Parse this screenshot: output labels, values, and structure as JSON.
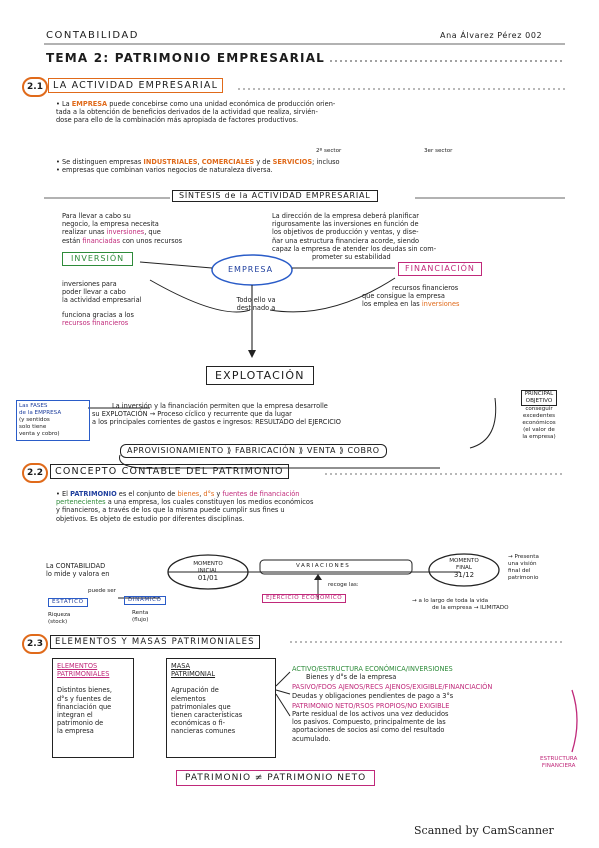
{
  "header": {
    "left": "CONTABILIDAD",
    "right": "Ana Álvarez Pérez 002"
  },
  "title": "TEMA 2: PATRIMONIO EMPRESARIAL",
  "s1": {
    "num": "2.1",
    "heading": "LA ACTIVIDAD EMPRESARIAL",
    "p1_a": "• La ",
    "p1_b": "EMPRESA",
    "p1_c": " puede concebirse como una unidad económica de producción orien-",
    "p1_d": "tada a la obtención de beneficios derivados de la actividad que realiza, sirvién-",
    "p1_e": "dose para ello de la combinación más apropiada de factores productivos.",
    "ann1": "2º sector",
    "ann2": "3er sector",
    "p2_a": "• Se distinguen empresas ",
    "p2_b": "INDUSTRIALES",
    "p2_c": ", ",
    "p2_d": "COMERCIALES",
    "p2_e": " y de ",
    "p2_f": "SERVICIOS",
    "p2_g": "; incluso",
    "p2_h": "• empresas que combinan varios negocios de naturaleza diversa.",
    "sintesis": "SÍNTESIS de la ACTIVIDAD EMPRESARIAL",
    "left_note_1": "Para llevar a cabo su",
    "left_note_2": "negocio, la empresa necesita",
    "left_note_3": "realizar unas ",
    "left_note_3b": "inversiones",
    "left_note_3c": ", que",
    "left_note_4": "están ",
    "left_note_4b": "financiadas",
    "left_note_4c": " con unos recursos",
    "right_note_1": "La dirección de la empresa deberá planificar",
    "right_note_2": "rigurosamente las inversiones en función de",
    "right_note_3": "los objetivos de producción y ventas, y dise-",
    "right_note_4": "ñar una estructura financiera acorde, siendo",
    "right_note_5": "capaz la empresa de atender los deudas sin com-",
    "right_note_6": "prometer su estabilidad",
    "inversion": "INVERSIÓN",
    "empresa": "EMPRESA",
    "financiacion": "FINANCIACIÓN",
    "inv_desc_1": "inversiones para",
    "inv_desc_2": "poder llevar a cabo",
    "inv_desc_3": "la actividad empresarial",
    "inv_desc_4": "funciona gracias a los",
    "inv_desc_5": "recursos financieros",
    "fin_desc_1": "recursos financieros",
    "fin_desc_2": "que consigue la empresa",
    "fin_desc_3": "los emplea en las ",
    "fin_desc_3b": "inversiones",
    "todo_1": "Todo ello va",
    "todo_2": "destinado a",
    "explotacion": "EXPLOTACIÓN",
    "fases_1": "Las FASES",
    "fases_2": "de la EMPRESA",
    "fases_3": "(y sentidos",
    "fases_4": "solo tiene",
    "fases_5": "venta y cobro)",
    "expl_1": "La inversión y la financiación permiten que la empresa desarrolle",
    "expl_2": "su EXPLOTACIÓN → Proceso cíclico y recurrente que da lugar",
    "expl_3": "a los principales corrientes de gastos e ingresos: RESULTADO del EJERCICIO",
    "ciclo": "APROVISIONAMIENTO ⟫ FABRICACIÓN ⟫ VENTA ⟫ COBRO",
    "obj_1": "PRINCIPAL",
    "obj_2": "OBJETIVO",
    "obj_3": "conseguir",
    "obj_4": "excedentes",
    "obj_5": "económicos",
    "obj_6": "(el valor de",
    "obj_7": "la empresa)"
  },
  "s2": {
    "num": "2.2",
    "heading": "CONCEPTO CONTABLE DEL PATRIMONIO",
    "p_a": "• El ",
    "p_b": "PATRIMONIO",
    "p_c": " es el conjunto de ",
    "p_d": "bienes",
    "p_e": ", ",
    "p_f": "d°s",
    "p_g": " y ",
    "p_h": "fuentes de financiación",
    "p_i": "pertenecientes",
    "p_j": " a una empresa, los cuales constituyen los medios económicos",
    "p_k": "y financieros, a través de los que la misma puede cumplir sus fines u",
    "p_l": "objetivos. Es objeto de estudio por diferentes disciplinas.",
    "cont_1": "La CONTABILIDAD",
    "cont_2": "lo mide y valora en",
    "cont_3": "puede ser",
    "estatico": "ESTÁTICO",
    "dinamico": "DINÁMICO",
    "riqueza": "Riqueza",
    "riqueza_b": "(stock)",
    "renta": "Renta",
    "renta_b": "(flujo)",
    "mi_1": "MOMENTO",
    "mi_2": "INICIAL",
    "mi_3": "01/01",
    "variaciones": "VARIACIONES",
    "recoge": "recoge las:",
    "ejercicio": "EJERCICIO ECONÓMICO",
    "mf_1": "MOMENTO",
    "mf_2": "FINAL",
    "mf_3": "31/12",
    "pres_1": "→ Presenta",
    "pres_2": "una visión",
    "pres_3": "final del",
    "pres_4": "patrimonio",
    "largo_1": "→ a lo largo de toda la vida",
    "largo_2": "de la empresa → ILIMITADO"
  },
  "s3": {
    "num": "2.3",
    "heading": "ELEMENTOS Y MASAS PATRIMONIALES",
    "el_title_1": "ELEMENTOS",
    "el_title_2": "PATRIMONIALES",
    "el_1": "Distintos bienes,",
    "el_2": "d°s y fuentes de",
    "el_3": "financiación que",
    "el_4": "integran el",
    "el_5": "patrimonio de",
    "el_6": "la empresa",
    "ma_title_1": "MASA",
    "ma_title_2": "PATRIMONIAL",
    "ma_1": "Agrupación de",
    "ma_2": "elementos",
    "ma_3": "patrimoniales que",
    "ma_4": "tienen características",
    "ma_5": "económicas o fi-",
    "ma_6": "nancieras comunes",
    "activo_h": "ACTIVO/ESTRUCTURA ECONÓMICA/INVERSIONES",
    "activo_d": "Bienes y d°s de la empresa",
    "pasivo_h": "PASIVO/FDOS AJENOS/RECS AJENOS/EXIGIBLE/FINANCIACIÓN",
    "pasivo_d": "Deudas y obligaciones pendientes de pago a 3°s",
    "pn_h": "PATRIMONIO NETO/RSOS PROPIOS/NO EXIGIBLE",
    "pn_d1": "Parte residual de los activos una vez deducidos",
    "pn_d2": "los pasivos. Compuesto, principalmente de las",
    "pn_d3": "aportaciones de socios así como del resultado",
    "pn_d4": "acumulado.",
    "estructura_1": "ESTRUCTURA",
    "estructura_2": "FINANCIERA",
    "bottom": "PATRIMONIO ≠ PATRIMONIO NETO"
  },
  "footer": "Scanned by CamScanner"
}
